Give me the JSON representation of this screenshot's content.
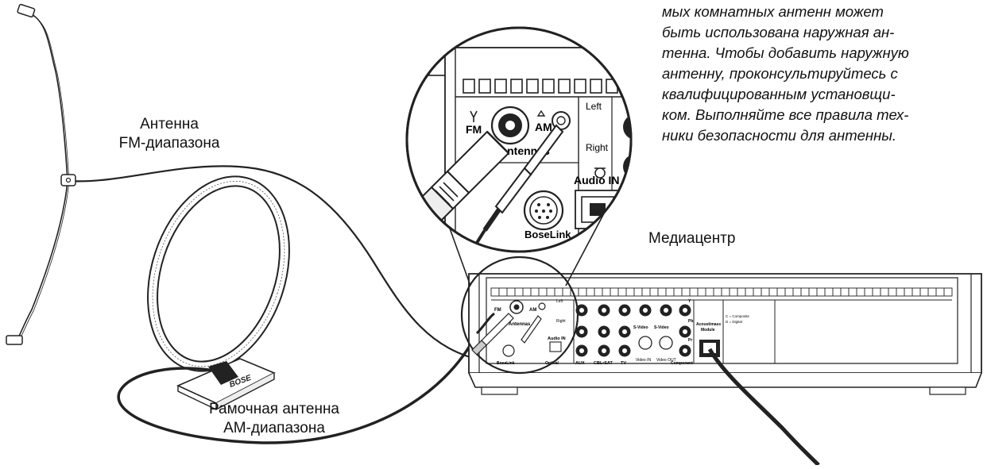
{
  "labels": {
    "fm_antenna": [
      "Антенна",
      "FM-диапазона"
    ],
    "am_antenna": [
      "Рамочная антенна",
      "AM-диапазона"
    ],
    "media_center": "Медиацентр"
  },
  "note_lines": [
    "мых комнатных антенн может",
    "быть использована наружная ан-",
    "тенна. Чтобы добавить наружную",
    "антенну, проконсультируйтесь с",
    "квалифицированным установщи-",
    "ком. Выполняйте все правила тех-",
    "ники безопасности для антенны."
  ],
  "magnified_panel": {
    "fm": "FM",
    "am": "AM",
    "antennas": "Antennas",
    "left": "Left",
    "right": "Right",
    "audio_in": "Audio IN",
    "boselink": "BoseLink"
  },
  "rear_panel": {
    "fm": "FM",
    "am": "AM",
    "antennas": "Antennas",
    "left": "Left",
    "right": "Right",
    "audio_in": "Audio IN",
    "boselink": "BoseLink",
    "optical": "Optical",
    "aux": "AUX",
    "cbl_sat": "CBL•SAT",
    "tv": "TV",
    "s_video_1": "S-Video",
    "s_video_2": "S-Video",
    "video_in": "Video IN",
    "video_out": "Video OUT",
    "component": "Component",
    "pb": "Pb",
    "pr": "Pr",
    "y": "Y",
    "acoustimass": "Acoustimass",
    "module": "Module",
    "legend_c": "C = Composite",
    "legend_d": "D = Digital"
  },
  "am_antenna_brand": "BOSE"
}
